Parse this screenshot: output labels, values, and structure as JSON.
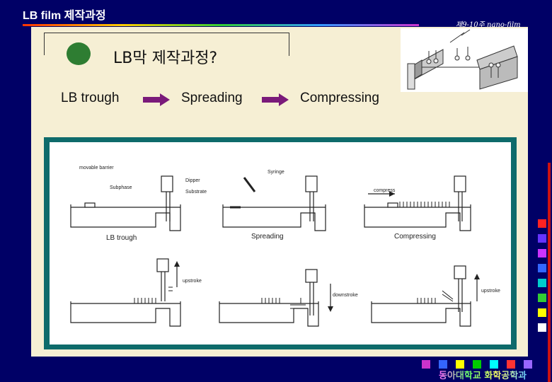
{
  "header": {
    "title": "LB film 제작과정",
    "lecture": "제9-10주 nano-film"
  },
  "slide": {
    "heading": "LB막 제작과정?",
    "steps": [
      "LB trough",
      "Spreading",
      "Compressing"
    ]
  },
  "diagram": {
    "labels": {
      "movable_barrier": "movable barrier",
      "subphase": "Subphase",
      "dipper": "Dipper",
      "substrate": "Substrate",
      "syringe": "Syringe",
      "compress": "compress",
      "lb_trough": "LB trough",
      "spreading": "Spreading",
      "compressing": "Compressing",
      "upstroke1": "upstroke",
      "downstroke": "downstroke",
      "upstroke2": "upstroke"
    }
  },
  "footer": {
    "university": "동아대학교 화학공학과",
    "colors": [
      "#cc33cc",
      "#3366ff",
      "#ffff00",
      "#00cc00",
      "#00ffff",
      "#ff3333",
      "#9966ff"
    ]
  },
  "side_squares": [
    "#ff2222",
    "#6633ff",
    "#cc33ff",
    "#3366ff",
    "#00cccc",
    "#33cc33",
    "#ffff00",
    "#ffffff"
  ]
}
